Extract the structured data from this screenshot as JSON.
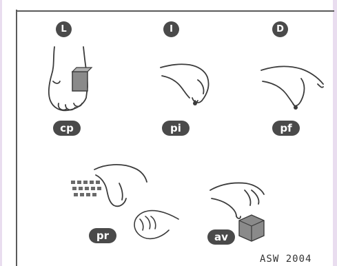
{
  "grasp_classes": [
    {
      "letter": "L"
    },
    {
      "letter": "I"
    },
    {
      "letter": "D"
    }
  ],
  "grasp_codes": [
    "cp",
    "pi",
    "pf",
    "pr",
    "av"
  ],
  "credit": "ASW 2004",
  "colors": {
    "badge": "#4a4a4a",
    "line": "#3b3b3b",
    "object": "#8a8a8a",
    "border": "#5a5a5a",
    "background": "#e9ddef"
  },
  "icons": [
    "hand-cylinder-grasp-icon",
    "hand-index-pinch-icon",
    "hand-fingertip-pinch-icon",
    "hand-press-keypad-icon",
    "hand-avoid-block-icon"
  ]
}
